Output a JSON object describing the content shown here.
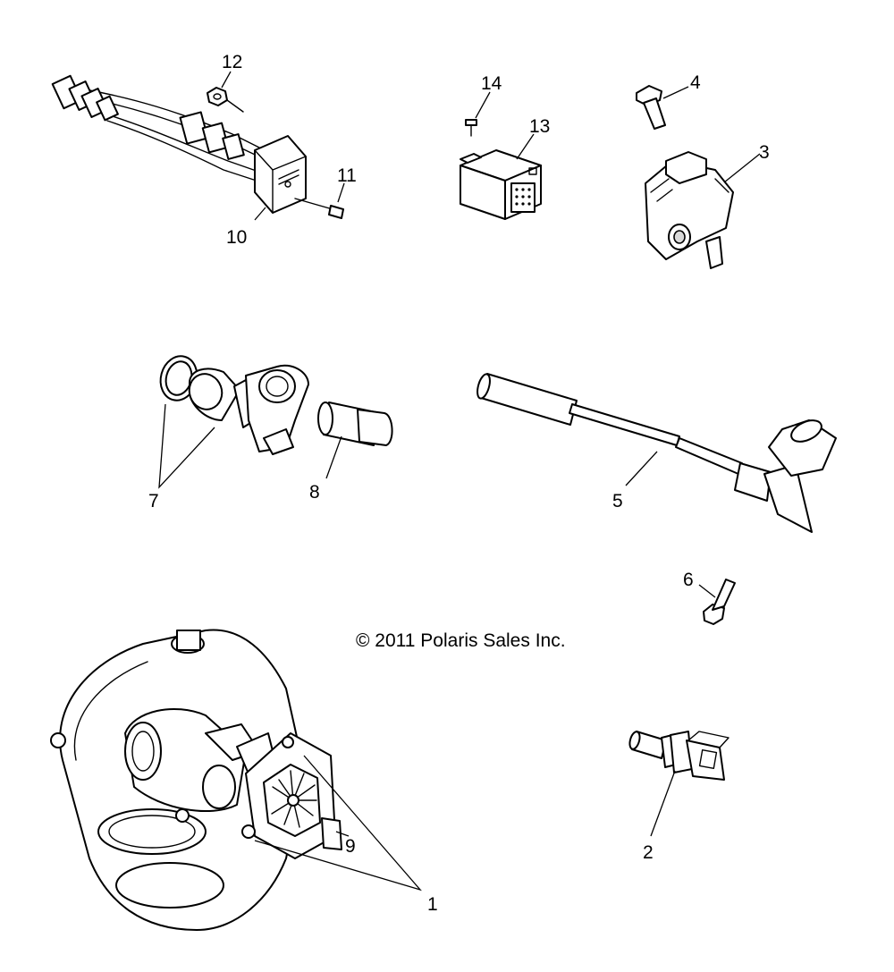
{
  "copyright": "© 2011 Polaris Sales Inc.",
  "callouts": {
    "c1": "1",
    "c2": "2",
    "c3": "3",
    "c4": "4",
    "c5": "5",
    "c6": "6",
    "c7": "7",
    "c8": "8",
    "c9": "9",
    "c10": "10",
    "c11": "11",
    "c12": "12",
    "c13": "13",
    "c14": "14"
  }
}
